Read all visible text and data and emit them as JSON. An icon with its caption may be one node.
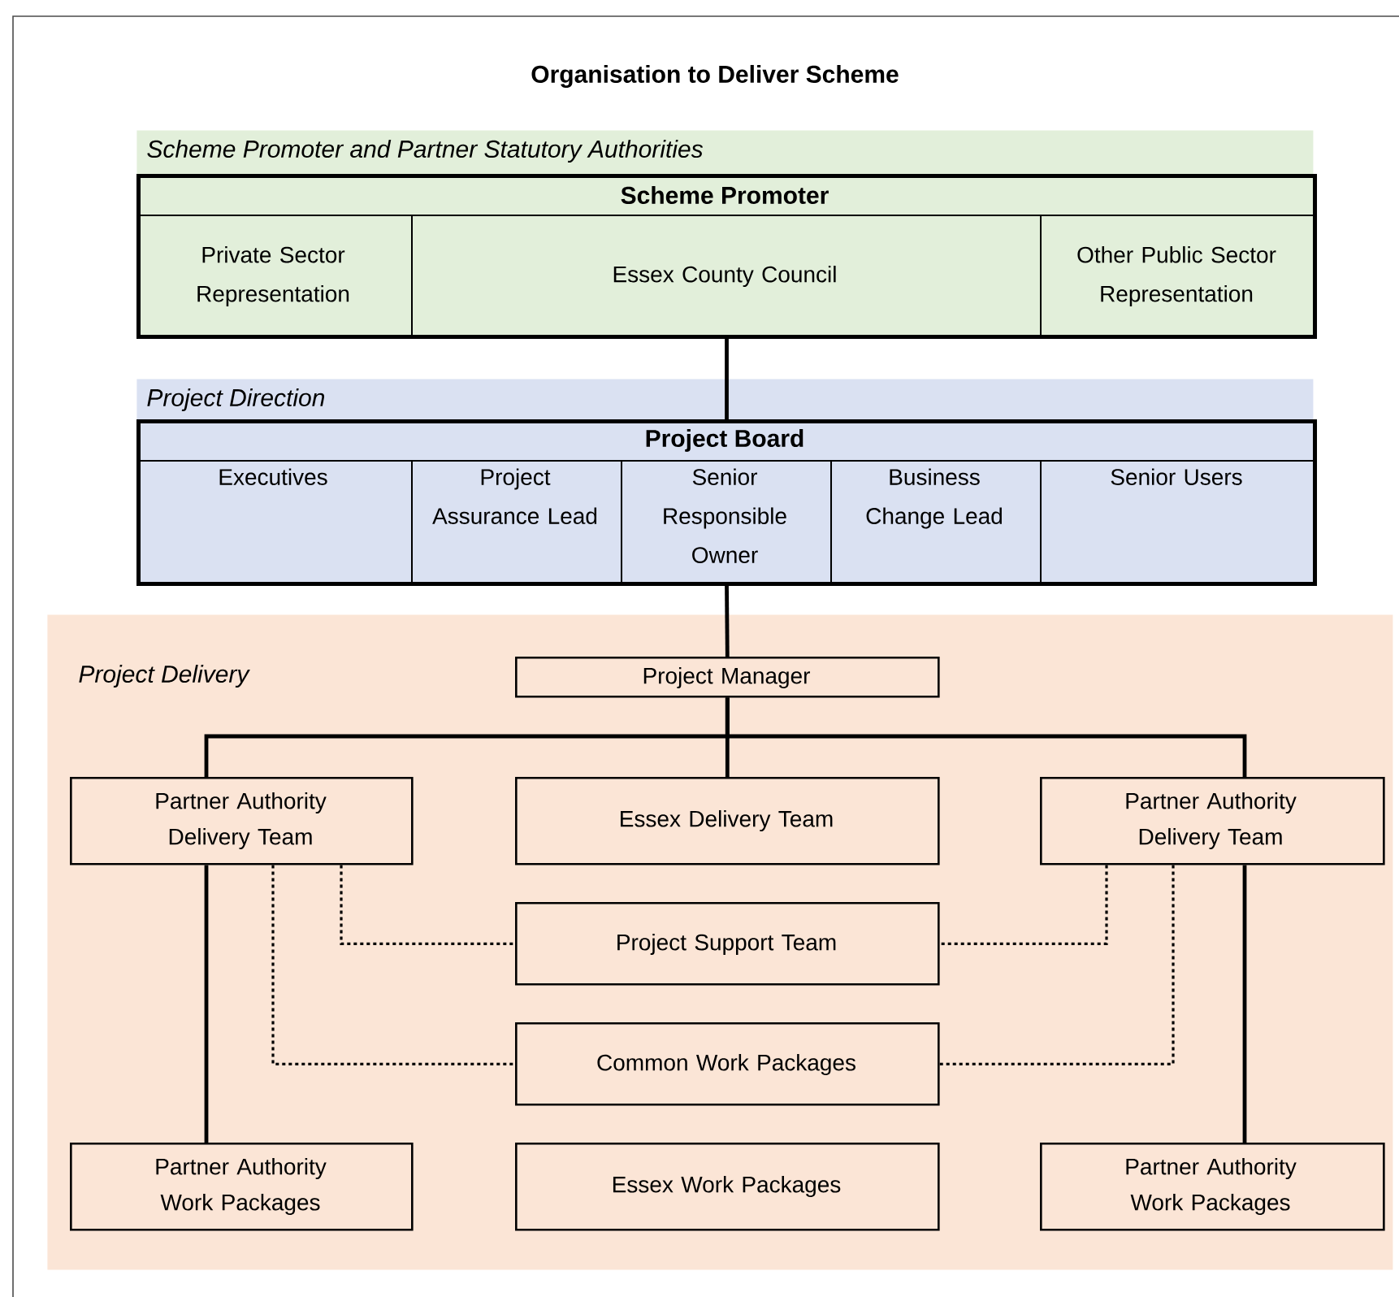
{
  "diagram": {
    "title": "Organisation to Deliver Scheme",
    "nodes": [
      {
        "text": [
          "Scheme Promoter and Partner Statutory Authorities"
        ]
      },
      {
        "text": [
          "Scheme Promoter"
        ],
        "in": 0
      },
      {
        "text": [
          "Private Sector Representation"
        ],
        "in": 1
      },
      {
        "text": [
          "Essex County Council"
        ],
        "in": 1
      },
      {
        "text": [
          "Other Public Sector Representation"
        ],
        "in": 1
      },
      {
        "text": [
          "Project Direction"
        ]
      },
      {
        "text": [
          "Project Board"
        ],
        "in": 5
      },
      {
        "text": [
          "Executives"
        ],
        "in": 6
      },
      {
        "text": [
          "Project Assurance Lead"
        ],
        "in": 6
      },
      {
        "text": [
          "Senior Responsible Owner"
        ],
        "in": 6
      },
      {
        "text": [
          "Business Change Lead"
        ],
        "in": 6
      },
      {
        "text": [
          "Senior Users"
        ],
        "in": 6
      },
      {
        "text": [
          "Project Delivery"
        ]
      },
      {
        "text": [
          "Project Manager"
        ],
        "in": 12
      },
      {
        "text": [
          "Partner Authority Delivery Team"
        ],
        "in": 12
      },
      {
        "text": [
          "Essex Delivery Team"
        ],
        "in": 12
      },
      {
        "text": [
          "Partner Authority Delivery Team"
        ],
        "in": 12
      },
      {
        "text": [
          "Project Support Team"
        ],
        "in": 12
      },
      {
        "text": [
          "Common Work Packages"
        ],
        "in": 12
      },
      {
        "text": [
          "Partner Authority Work Packages"
        ],
        "in": 12
      },
      {
        "text": [
          "Essex Work Packages"
        ],
        "in": 12
      },
      {
        "text": [
          "Partner Authority Work Packages"
        ],
        "in": 12
      }
    ],
    "edges": [
      {
        "from": 1,
        "to": 6,
        "arrow": "none"
      },
      {
        "from": 6,
        "to": 13,
        "arrow": "none"
      },
      {
        "from": 13,
        "to": 14,
        "arrow": "none"
      },
      {
        "from": 13,
        "to": 15,
        "arrow": "none"
      },
      {
        "from": 13,
        "to": 16,
        "arrow": "none"
      },
      {
        "from": 14,
        "to": 19,
        "arrow": "none"
      },
      {
        "from": 16,
        "to": 21,
        "arrow": "none"
      },
      {
        "from": 14,
        "to": 17,
        "arrow": "none",
        "style": "dashed"
      },
      {
        "from": 14,
        "to": 18,
        "arrow": "none",
        "style": "dashed"
      },
      {
        "from": 16,
        "to": 17,
        "arrow": "none",
        "style": "dashed"
      },
      {
        "from": 16,
        "to": 18,
        "arrow": "none",
        "style": "dashed"
      }
    ]
  }
}
